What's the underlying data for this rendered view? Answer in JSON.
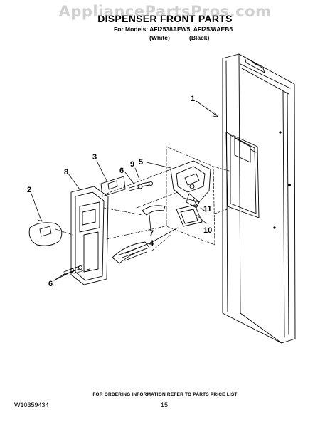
{
  "watermark": "AppliancePartsPros.com",
  "header": {
    "title": "DISPENSER FRONT PARTS",
    "models": "For Models: AFI2538AEW5, AFI2538AEB5",
    "variants": [
      "(White)",
      "(Black)"
    ]
  },
  "callouts": {
    "door": "1",
    "dispenser_lens": "2",
    "panel_plate": "3",
    "actuator_housing": "5",
    "screw": "6",
    "screw_lower": "6",
    "lever": "7",
    "dispenser_front": "8",
    "button": "9",
    "drip_tray_holder": "10",
    "spring": "11",
    "drip_tray_tray": "4"
  },
  "footer": {
    "note": "FOR ORDERING INFORMATION REFER TO PARTS PRICE LIST",
    "doc_number": "W10359434",
    "page": "15"
  }
}
